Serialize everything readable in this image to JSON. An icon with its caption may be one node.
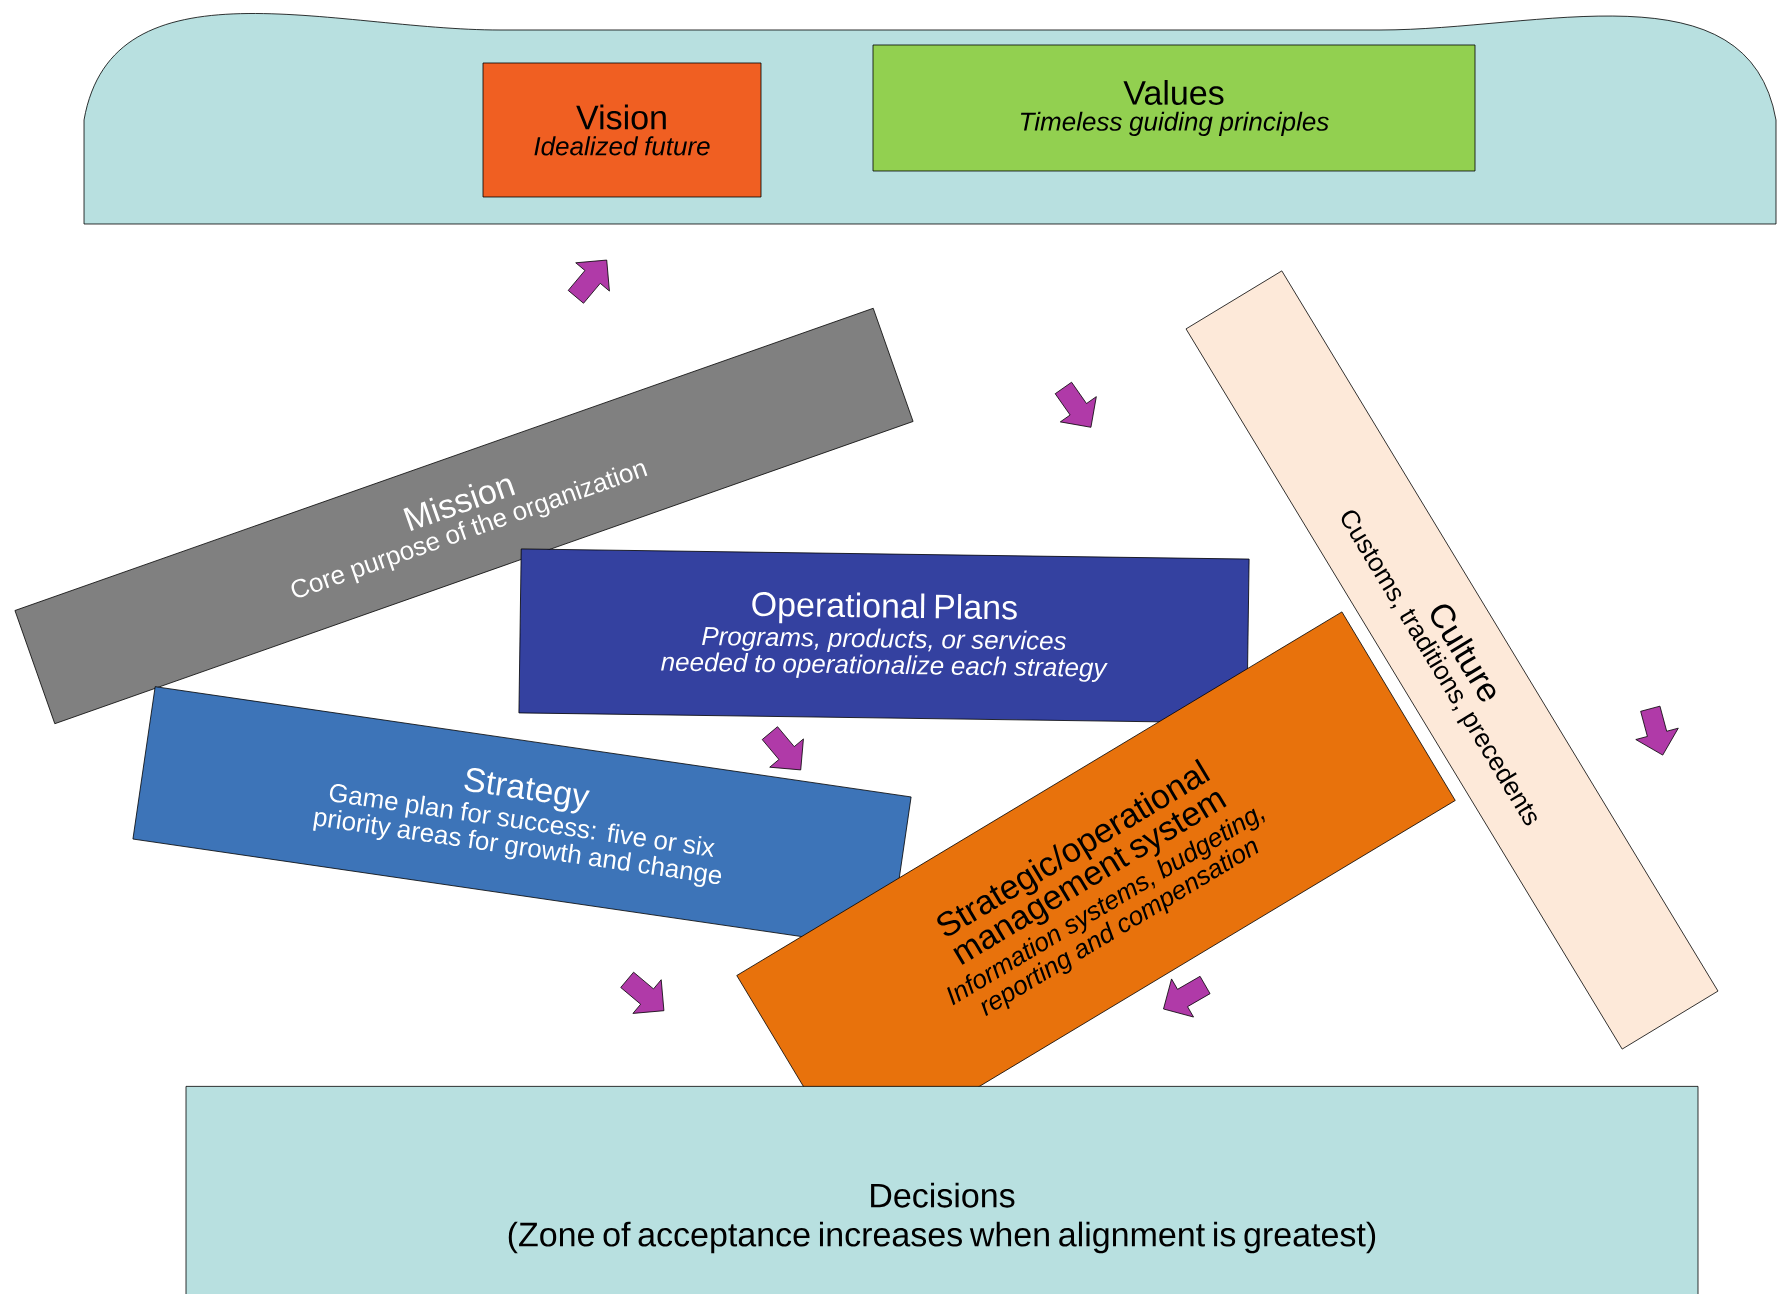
{
  "diagram": {
    "nodes": [
      {
        "text": [],
        "shape": "box"
      },
      {
        "text": [
          "Vision",
          "Idealized future"
        ],
        "in": 0
      },
      {
        "text": [
          "Values",
          "Timeless guiding principles"
        ],
        "in": 0
      },
      {
        "text": [
          "Mission",
          "Core purpose of the organization"
        ]
      },
      {
        "text": [
          "Culture",
          "Customs, traditions, precedents"
        ]
      },
      {
        "text": [
          "Operational Plans",
          "Programs, products, or services needed to operationalize each strategy"
        ]
      },
      {
        "text": [
          "Strategy",
          "Game plan for success: five or six priority areas for growth and change"
        ]
      },
      {
        "text": [
          "Strategic/operational management system",
          "Information systems, budgeting, reporting and compensation"
        ]
      },
      {
        "text": [
          "Decisions",
          "(Zone of acceptance increases when alignment is greatest)"
        ]
      }
    ],
    "edges": [
      {
        "from": 3,
        "to": 1,
        "arrow": "to"
      },
      {
        "from": 5,
        "to": 6,
        "arrow": "to"
      },
      {
        "from": 6,
        "to": 8,
        "arrow": "to"
      },
      {
        "from": 4,
        "to": 7,
        "arrow": "to"
      }
    ]
  }
}
